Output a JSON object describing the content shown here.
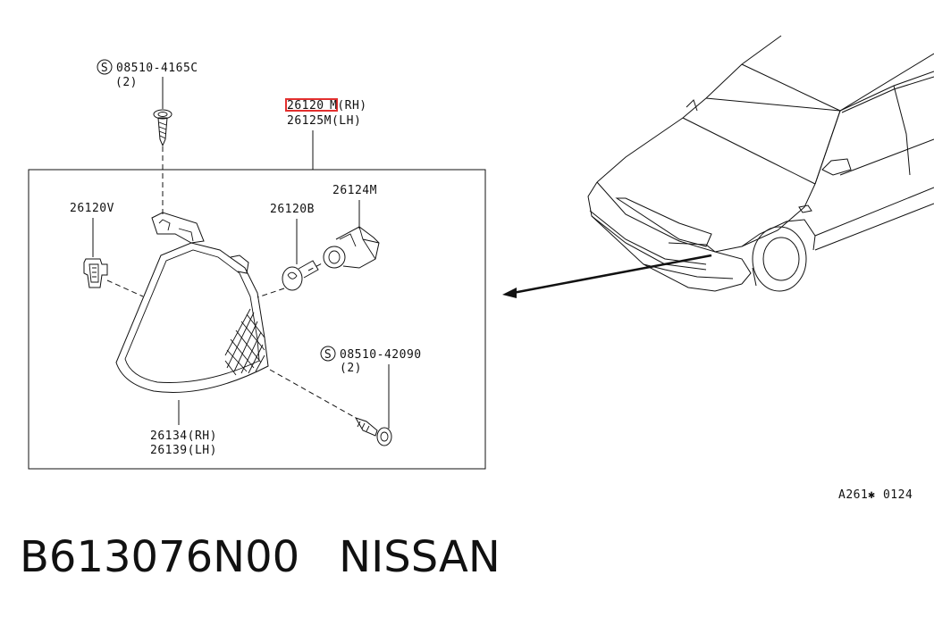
{
  "callouts": {
    "screw_top": {
      "symbol": "S",
      "code": "08510-4165C",
      "qty": "(2)"
    },
    "lamp_assy": {
      "rh_part": "26120",
      "rh_suffix": "M(RH)",
      "lh": "26125M(LH)"
    },
    "clip": "26120V",
    "bulb": "26120B",
    "socket": "26124M",
    "screw_bottom": {
      "symbol": "S",
      "code": "08510-42090",
      "qty": "(2)"
    },
    "lens": {
      "rh": "26134(RH)",
      "lh": "26139(LH)"
    }
  },
  "reference_code": "A261✱ 0124",
  "footer": {
    "part_number": "B613076N00",
    "brand": "NISSAN"
  },
  "colors": {
    "highlight": "#e3302f",
    "ink": "#111111"
  }
}
